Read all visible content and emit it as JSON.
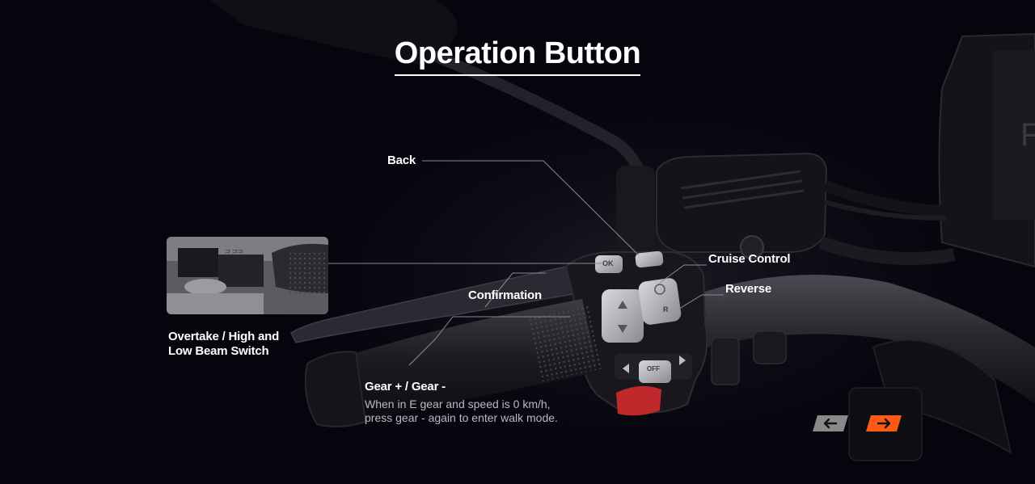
{
  "page": {
    "title": "Operation Button"
  },
  "callouts": {
    "back": "Back",
    "cruise_control": "Cruise Control",
    "reverse": "Reverse",
    "confirmation": "Confirmation",
    "overtake": "Overtake / High and Low Beam Switch",
    "gear": "Gear + / Gear -",
    "gear_description": "When in E gear and speed is 0 km/h, press gear - again to enter walk mode."
  },
  "switch_labels": {
    "ok": "OK",
    "reverse_key": "R",
    "off": "OFF"
  },
  "navigation": {
    "prev_icon": "arrow-left-icon",
    "next_icon": "arrow-right-icon",
    "active_color": "#ff5a14",
    "inactive_color": "#8a8a8a"
  },
  "colors": {
    "background": "#05050d",
    "horn_button": "#c0282c"
  }
}
